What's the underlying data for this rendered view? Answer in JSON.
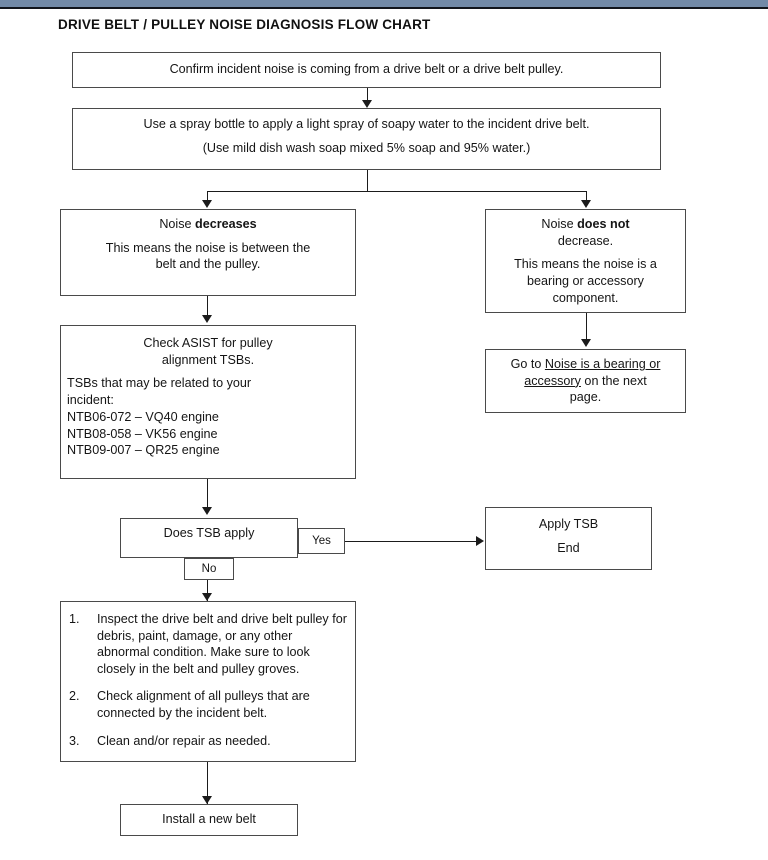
{
  "page": {
    "title": "DRIVE BELT / PULLEY NOISE DIAGNOSIS FLOW CHART",
    "topbar_color": "#728aa8",
    "border_color": "#4a4a4a",
    "connector_color": "#1b1b1b"
  },
  "nodes": {
    "confirm": {
      "text": "Confirm incident noise is coming from a drive belt or a drive belt pulley."
    },
    "spray": {
      "line1": "Use a spray bottle to apply a light spray of soapy water to the incident drive belt.",
      "line2": "(Use mild dish wash soap mixed 5% soap and 95% water.)"
    },
    "decreases": {
      "heading_prefix": "Noise ",
      "heading_bold": "decreases",
      "body_line1": "This means the noise is between the",
      "body_line2": "belt and the pulley."
    },
    "not_decrease": {
      "heading_prefix": "Noise ",
      "heading_bold": "does not",
      "heading_line2": "decrease.",
      "body_line1": "This means the noise is a",
      "body_line2": "bearing or accessory",
      "body_line3": "component."
    },
    "go_to_next_page": {
      "prefix": "Go to ",
      "link_part1": "Noise is a bearing or",
      "link_part2": "accessory",
      "suffix": " on the next",
      "tail": "page."
    },
    "asist": {
      "heading_line1": "Check ASIST for pulley",
      "heading_line2": "alignment TSBs.",
      "body_line1": "TSBs that may be related to your",
      "body_line2": "incident:",
      "tsbs": [
        "NTB06-072 – VQ40 engine",
        "NTB08-058 – VK56 engine",
        "NTB09-007 – QR25 engine"
      ]
    },
    "does_tsb_apply": {
      "text": "Does TSB apply"
    },
    "apply_tsb": {
      "line1": "Apply TSB",
      "line2": "End"
    },
    "inspect": {
      "steps": [
        {
          "num": "1.",
          "text": "Inspect the drive belt and drive belt pulley for debris, paint, damage, or any other abnormal condition. Make sure to look closely in the belt and pulley groves."
        },
        {
          "num": "2.",
          "text": "Check alignment of all pulleys that are connected by the incident belt."
        },
        {
          "num": "3.",
          "text": "Clean and/or repair as needed."
        }
      ]
    },
    "install_belt": {
      "text": "Install a new belt"
    }
  },
  "connectors": {
    "yes_label": "Yes",
    "no_label": "No"
  }
}
